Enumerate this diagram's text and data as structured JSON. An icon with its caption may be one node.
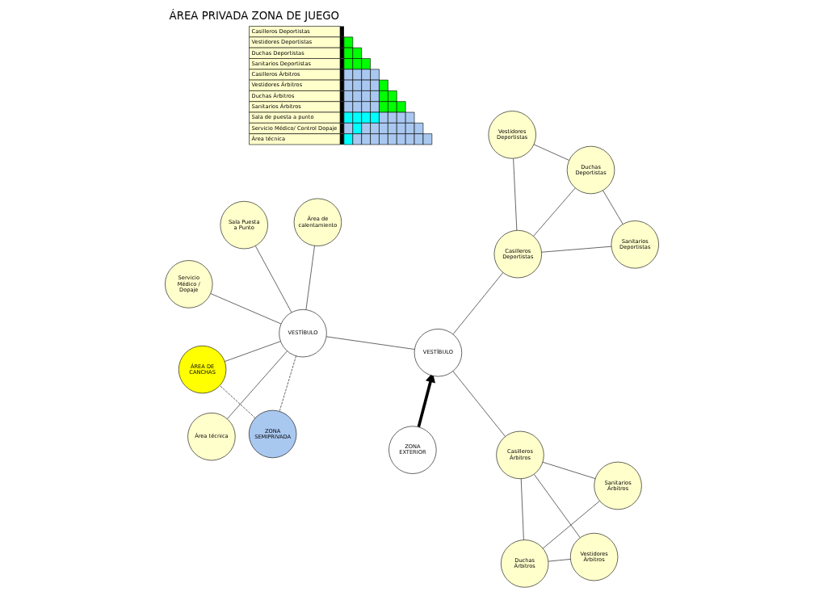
{
  "diagram": {
    "title": "ÁREA PRIVADA ZONA DE JUEGO",
    "nodes": [
      {
        "text": [
          "Servicio Médico / Dopaje"
        ]
      },
      {
        "text": [
          "Área de calentamiento"
        ]
      },
      {
        "text": [
          "ZONA SEMIPRIVADA"
        ]
      },
      {
        "text": [
          "Sala Puesta a Punto"
        ]
      },
      {
        "text": [
          "VESTÍBULO"
        ]
      },
      {
        "text": [
          "ÁREA DE CANCHAS"
        ]
      },
      {
        "text": [
          "Área técnica"
        ]
      },
      {
        "text": [
          "Vestidores Árbitros"
        ]
      },
      {
        "text": [
          "Vestidores Deportistas"
        ]
      },
      {
        "text": [
          "Duchas Árbitros"
        ]
      },
      {
        "text": [
          "Casilleros Árbitros"
        ]
      },
      {
        "text": [
          "VESTÍBULO"
        ]
      },
      {
        "text": [
          "Casilleros Deportistas"
        ]
      },
      {
        "text": [
          "Duchas Deportistas"
        ]
      },
      {
        "text": [
          "Sanitarios Árbitros"
        ]
      },
      {
        "text": [
          "Sanitarios Deportistas"
        ]
      },
      {
        "text": [
          "ZONA EXTERIOR"
        ]
      }
    ],
    "edges": [
      {
        "from": 4,
        "to": 0,
        "arrow": "none"
      },
      {
        "from": 4,
        "to": 1,
        "arrow": "none"
      },
      {
        "from": 4,
        "to": 2,
        "arrow": "none",
        "style": "dashed"
      },
      {
        "from": 2,
        "to": 5,
        "arrow": "none",
        "style": "dashed"
      },
      {
        "from": 4,
        "to": 3,
        "arrow": "none"
      },
      {
        "from": 4,
        "to": 6,
        "arrow": "none"
      },
      {
        "from": 4,
        "to": 5,
        "arrow": "none"
      },
      {
        "from": 4,
        "to": 11,
        "arrow": "none"
      },
      {
        "from": 10,
        "to": 7,
        "arrow": "none"
      },
      {
        "from": 12,
        "to": 8,
        "arrow": "none"
      },
      {
        "from": 7,
        "to": 9,
        "arrow": "none"
      },
      {
        "from": 8,
        "to": 13,
        "arrow": "none"
      },
      {
        "from": 9,
        "to": 10,
        "arrow": "none"
      },
      {
        "from": 10,
        "to": 11,
        "arrow": "none"
      },
      {
        "from": 11,
        "to": 12,
        "arrow": "none"
      },
      {
        "from": 12,
        "to": 13,
        "arrow": "none"
      },
      {
        "from": 10,
        "to": 14,
        "arrow": "none"
      },
      {
        "from": 9,
        "to": 14,
        "arrow": "none"
      },
      {
        "from": 12,
        "to": 15,
        "arrow": "none"
      },
      {
        "from": 13,
        "to": 15,
        "arrow": "none"
      },
      {
        "from": 16,
        "to": 11,
        "arrow": "to",
        "style": "thick"
      }
    ],
    "labels": [
      "Casilleros Deportistas",
      "Vestidores Deportistas",
      "Duchas Deportistas",
      "Sanitarios Deportistas",
      "Casilleros Árbitros",
      "Vestidores Árbitros",
      "Duchas Árbitros",
      "Sanitarios Árbitros",
      "Sala de puesta a punto",
      "Servicio Médico/ Control Dopaje",
      "Área técnica"
    ]
  }
}
